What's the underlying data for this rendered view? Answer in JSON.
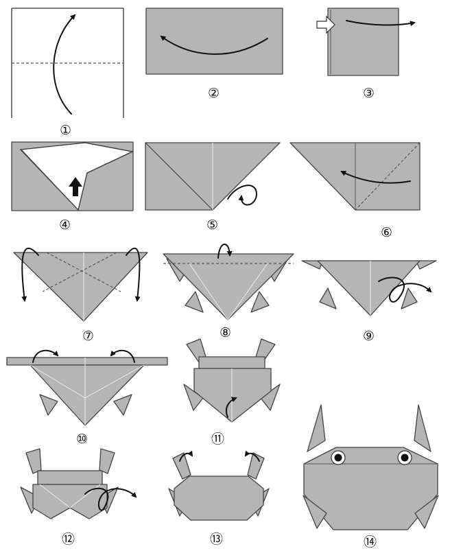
{
  "diagram": {
    "paper_color": "#b5b5b5",
    "steps": [
      {
        "id": 1,
        "label": "①"
      },
      {
        "id": 2,
        "label": "②"
      },
      {
        "id": 3,
        "label": "③"
      },
      {
        "id": 4,
        "label": "④"
      },
      {
        "id": 5,
        "label": "⑤"
      },
      {
        "id": 6,
        "label": "⑥"
      },
      {
        "id": 7,
        "label": "⑦"
      },
      {
        "id": 8,
        "label": "⑧"
      },
      {
        "id": 9,
        "label": "⑨"
      },
      {
        "id": 10,
        "label": "⑩"
      },
      {
        "id": 11,
        "label": "⑪"
      },
      {
        "id": 12,
        "label": "⑫"
      },
      {
        "id": 13,
        "label": "⑬"
      },
      {
        "id": 14,
        "label": "⑭"
      }
    ]
  }
}
